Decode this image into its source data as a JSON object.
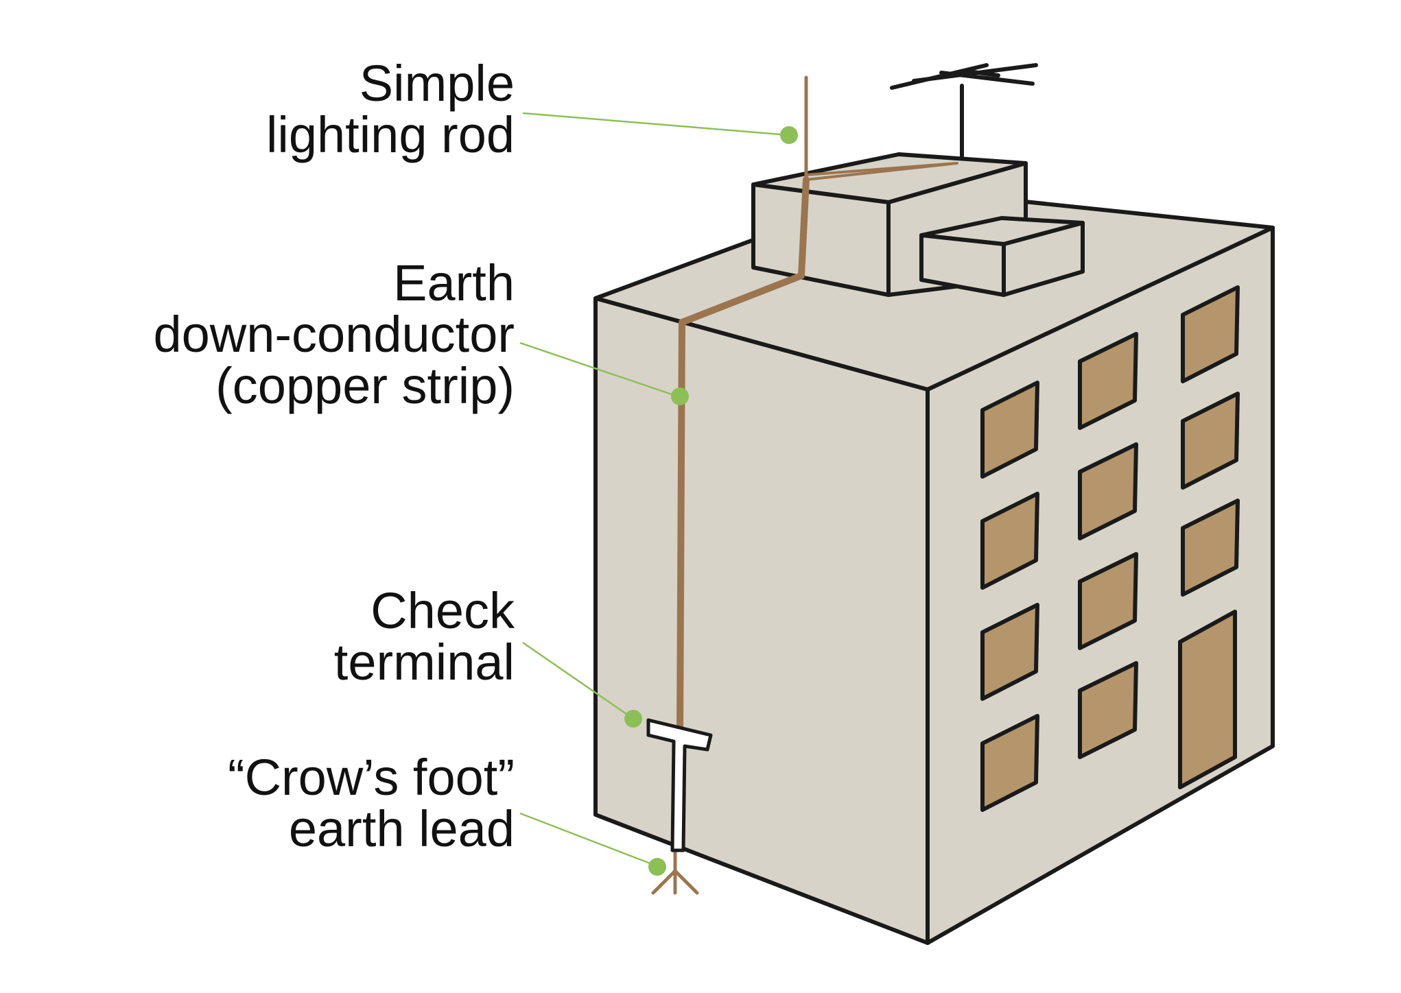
{
  "colors": {
    "wall": "#d8d3c8",
    "outline": "#1a1a1a",
    "window": "#b5956b",
    "copper": "#9b7550",
    "leader": "#8dbf57",
    "terminal": "#ffffff"
  },
  "labels": {
    "rod": {
      "line1": "Simple",
      "line2": "lighting rod"
    },
    "conductor": {
      "line1": "Earth",
      "line2": "down-conductor",
      "line3": "(copper strip)"
    },
    "terminal": {
      "line1": "Check",
      "line2": "terminal"
    },
    "earth_lead": {
      "line1": "“Crow’s foot”",
      "line2": "earth lead"
    }
  },
  "icons": {
    "antenna": "tv-antenna-icon",
    "building": "building-illustration"
  }
}
